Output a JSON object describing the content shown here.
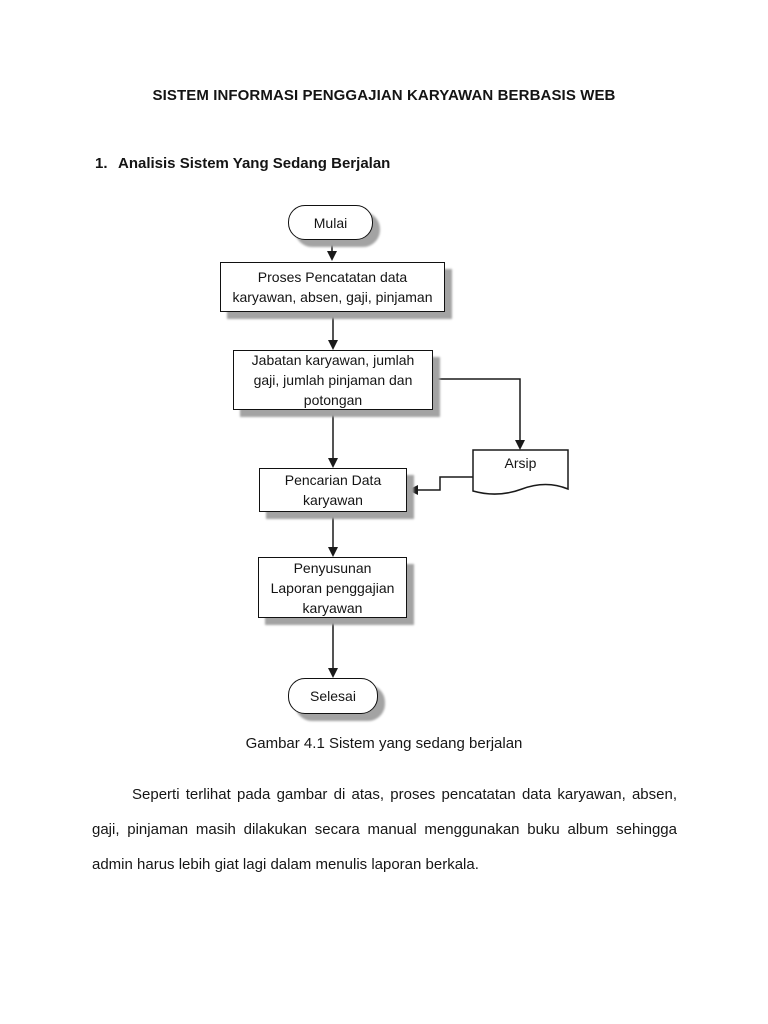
{
  "document": {
    "title": "SISTEM INFORMASI PENGGAJIAN KARYAWAN BERBASIS WEB",
    "section": {
      "number": "1.",
      "heading": "Analisis Sistem Yang Sedang Berjalan"
    },
    "figure_caption": "Gambar 4.1 Sistem yang sedang berjalan",
    "paragraph_lines": [
      "Seperti terlihat pada gambar di atas, proses pencatatan data karyawan, absen,",
      "gaji, pinjaman masih dilakukan secara manual menggunakan buku album sehingga",
      "admin harus lebih giat lagi dalam menulis laporan berkala."
    ]
  },
  "flowchart": {
    "start": {
      "label": "Mulai"
    },
    "process_pencatatan": {
      "lines": [
        "Proses Pencatatan data",
        "karyawan, absen, gaji, pinjaman"
      ]
    },
    "process_jabatan": {
      "lines": [
        "Jabatan karyawan, jumlah",
        "gaji, jumlah pinjaman dan",
        "potongan"
      ]
    },
    "document_arsip": {
      "label": "Arsip"
    },
    "process_pencarian": {
      "lines": [
        "Pencarian Data",
        "karyawan"
      ]
    },
    "process_penyusunan": {
      "lines": [
        "Penyusunan",
        "Laporan penggajian",
        "karyawan"
      ]
    },
    "end": {
      "label": "Selesai"
    },
    "colors": {
      "node_fill": "#ffffff",
      "node_border": "#111111",
      "shadow": "#a3a3a3",
      "connector": "#111111",
      "page_background": "#ffffff"
    }
  }
}
